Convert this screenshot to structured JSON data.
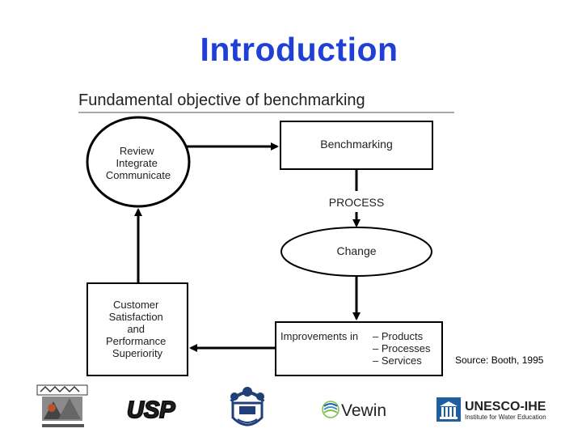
{
  "slide": {
    "title": "Introduction",
    "source": "Source: Booth, 1995"
  },
  "diagram": {
    "heading": "Fundamental objective of benchmarking",
    "review_lines": [
      "Review",
      "Integrate",
      "Communicate"
    ],
    "benchmarking": "Benchmarking",
    "process": "PROCESS",
    "change": "Change",
    "customer_lines": [
      "Customer",
      "Satisfaction",
      "and",
      "Performance",
      "Superiority"
    ],
    "improvements_label": "Improvements in",
    "improvement_items": [
      "– Products",
      "– Processes",
      "– Services"
    ]
  },
  "logos": {
    "usp": "USP",
    "vewin": "Vewin",
    "unesco_name": "UNESCO-IHE",
    "unesco_sub": "Institute for Water Education"
  },
  "colors": {
    "title": "#1f3fd6",
    "vewin_blue": "#1c5fa8",
    "vewin_green": "#7cc242",
    "unesco_blue": "#1f5fa0"
  }
}
